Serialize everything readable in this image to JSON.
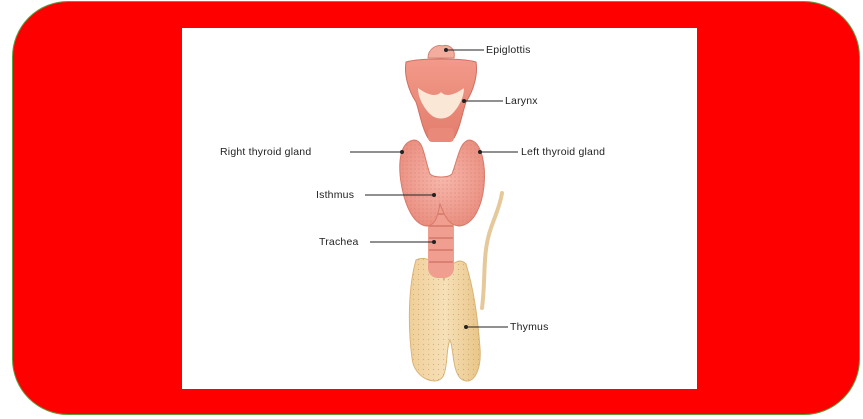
{
  "diagram": {
    "labels": {
      "epiglottis": "Epiglottis",
      "larynx": "Larynx",
      "right_thyroid_gland": "Right thyroid gland",
      "left_thyroid_gland": "Left thyroid gland",
      "isthmus": "Isthmus",
      "trachea": "Trachea",
      "thymus": "Thymus"
    }
  },
  "colors": {
    "frame_background": "#ff0000",
    "frame_border": "#5b9f3d",
    "panel_background": "#ffffff",
    "thyroid": "#f2a89c",
    "larynx": "#f08f7e",
    "thymus": "#f3d8a6"
  }
}
